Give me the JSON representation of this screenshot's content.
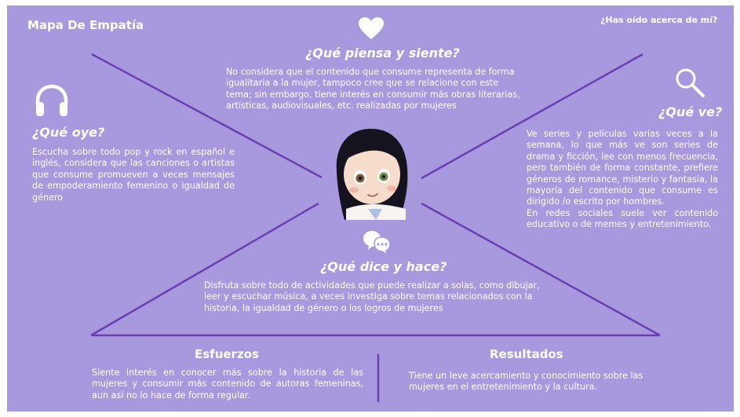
{
  "header": {
    "title": "Mapa De Empatía",
    "subtitle": "¿Has oído acerca de mí?"
  },
  "think_feel": {
    "heading": "¿Qué piensa y siente?",
    "text": "No considera que el contenido que consume representa de forma igualitaria a la mujer, tampoco cree que se relacione con este tema; sin embargo,  tiene interés en consumir más obras literarias, artísticas, audiovisuales, etc. realizadas por mujeres"
  },
  "hear": {
    "heading": "¿Qué oye?",
    "text": "Escucha sobre todo pop y rock en español e inglés, considera que las canciones o artistas que consume promueven a veces mensajes de empoderamiento femenino o igualdad de género"
  },
  "see": {
    "heading": "¿Qué ve?",
    "text": "Ve series y películas varias veces a la semana, lo que más ve son series de drama y ficción, lee con menos frecuencia, pero también de forma constante, prefiere géneros de romance, misterio y fantasía, la mayoría del contenido que consume es dirigido /o escrito por hombres.",
    "text2": "En redes sociales suele ver contenido educativo o de memes y entretenimiento."
  },
  "say_do": {
    "heading": "¿Qué dice y hace?",
    "text": "Disfruta sobre todo de actividades que puede realizar a solas, como dibujar, leer y escuchar música, a veces investiga sobre temas relacionados con la historia, la igualdad de género o los logros de mujeres"
  },
  "efforts": {
    "heading": "Esfuerzos",
    "text": "Siente interés en conocer más sobre la historia de las mujeres y consumir más contenido de autoras femeninas, aun así no lo hace de forma regular."
  },
  "results": {
    "heading": "Resultados",
    "text": "Tiene un leve acercamiento y conocimiento sobre las mujeres en el entretenimiento y la cultura."
  },
  "icons": {
    "think_feel": "heart-icon",
    "hear": "headphones-icon",
    "see": "magnifier-icon",
    "say_do": "chat-bubbles-icon"
  },
  "colors": {
    "background": "#a899df",
    "lines": "#6a3fb0",
    "text": "#ffffff"
  }
}
